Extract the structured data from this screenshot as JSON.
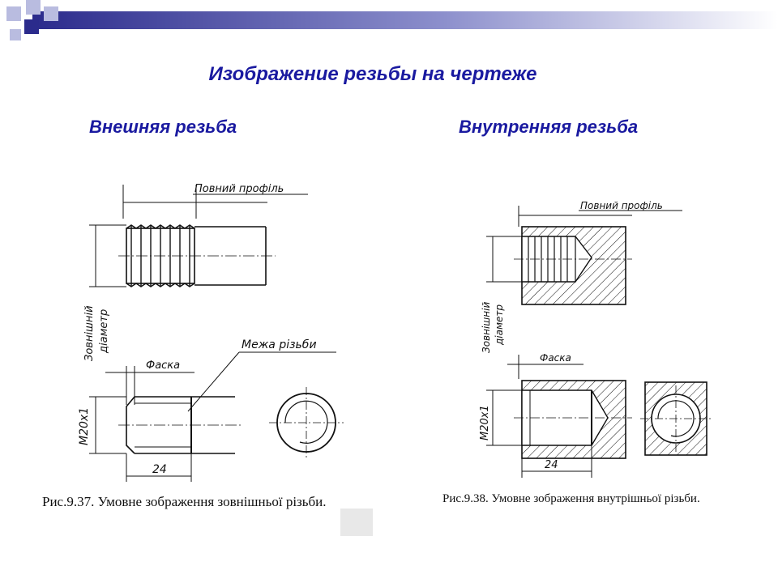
{
  "slide": {
    "title": "Изображение резьбы на чертеже",
    "left_heading": "Внешняя резьба",
    "right_heading": "Внутренняя резьба"
  },
  "left_figure": {
    "label_full_profile": "Повний профіль",
    "label_outer_diameter_1": "Зовнішній",
    "label_outer_diameter_2": "діаметр",
    "label_chamfer": "Фаска",
    "label_thread_limit": "Межа різьби",
    "label_size": "М20х1",
    "label_length": "24",
    "caption": "Рис.9.37. Умовне зображення зовнішньої різьби."
  },
  "right_figure": {
    "label_full_profile": "Повний профіль",
    "label_outer_diameter_1": "Зовнішній",
    "label_outer_diameter_2": "діаметр",
    "label_chamfer": "Фаска",
    "label_size": "М20х1",
    "label_length": "24",
    "caption": "Рис.9.38. Умовне зображення внутрішньої різьби."
  },
  "colors": {
    "heading": "#1a1aa0",
    "bar_start": "#2b2b8c",
    "bar_end": "#ffffff",
    "square_dark": "#2b2b8c",
    "square_light": "#b9bce0"
  }
}
